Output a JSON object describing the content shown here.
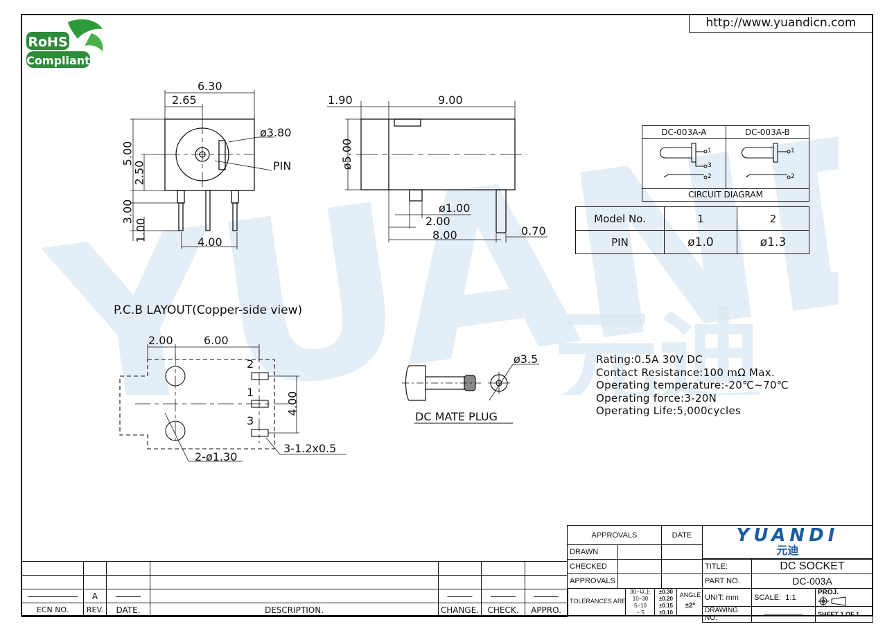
{
  "header": {
    "url": "http://www.yuandicn.com",
    "rohs_top": "RoHS",
    "rohs_bottom": "Compliant",
    "watermark_latin": "YUANDI",
    "watermark_cjk": "元迪"
  },
  "front_view": {
    "dim_width": "6.30",
    "dim_offset": "2.65",
    "dim_height": "5.00",
    "dim_center": "2.50",
    "dim_pin_len": "3.00",
    "dim_pin_tip": "1.00",
    "dim_pin_span": "4.00",
    "dim_hole": "ø3.80",
    "pin_label": "PIN"
  },
  "side_view": {
    "dim_front": "1.90",
    "dim_body": "9.00",
    "dim_dia": "ø5.00",
    "dim_pin_dia": "ø1.00",
    "dim_pin_off": "2.00",
    "dim_pin_pos": "8.00",
    "dim_pin_w": "0.70"
  },
  "circuit": {
    "col_a": "DC-003A-A",
    "col_b": "DC-003A-B",
    "caption": "CIRCUIT DIAGRAM",
    "pin1": "1",
    "pin2": "2",
    "pin3": "3"
  },
  "model_table": {
    "headers": [
      "Model  No.",
      "1",
      "2"
    ],
    "row": [
      "PIN",
      "ø1.0",
      "ø1.3"
    ]
  },
  "pcb": {
    "title": "P.C.B  LAYOUT(Copper-side  view)",
    "dim_left": "2.00",
    "dim_span": "6.00",
    "dim_vert": "4.00",
    "hole_note": "2-ø1.30",
    "slot_note": "3-1.2x0.5",
    "n1": "1",
    "n2": "2",
    "n3": "3"
  },
  "plug": {
    "label": "DC  MATE  PLUG",
    "dim": "ø3.5"
  },
  "specs": [
    "Rating:0.5A  30V  DC",
    "Contact  Resistance:100  mΩ  Max.",
    "Operating  temperature:-20℃~70℃",
    "Operating  force:3-20N",
    "Operating  Life:5,000cycles"
  ],
  "revision": {
    "rev_value": "A",
    "headers": [
      "ECN  NO.",
      "REV.",
      "DATE.",
      "DESCRIPTION.",
      "CHANGE.",
      "CHECK.",
      "APPRO."
    ]
  },
  "title_block": {
    "approvals_label": "APPROVALS",
    "date_label": "DATE",
    "drawn": "DRAWN",
    "checked": "CHECKED",
    "approvals2": "APPROVALS",
    "tolerances": "TOLERANCES  ARE",
    "tol_ranges": [
      "30~以上",
      "10~30",
      "5~10",
      "~ 5"
    ],
    "tol_values": [
      "±0.30",
      "±0.20",
      "±0.15",
      "±0.10"
    ],
    "angle": "ANGLE",
    "angle_tol": "±2°",
    "company": "YUANDI",
    "company_cjk": "元迪",
    "title_label": "TITLE:",
    "title": "DC SOCKET",
    "part_label": "PART  NO.",
    "part": "DC-003A",
    "unit": "UNIT:  mm",
    "scale_label": "SCALE:",
    "scale": "1:1",
    "proj": "PROJ.",
    "drawing_no": "DRAWING NO.",
    "sheet": "SHEET   1  OF  1"
  }
}
